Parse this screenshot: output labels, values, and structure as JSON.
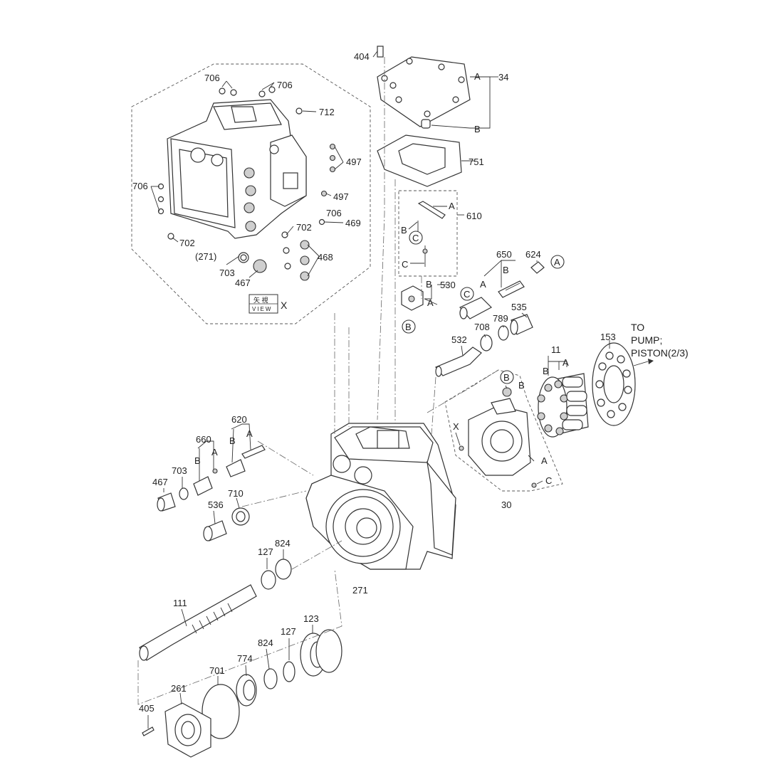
{
  "labels": {
    "p404": "404",
    "p34": "34",
    "p34_a": "A",
    "p34_b": "B",
    "p751": "751",
    "p610": "610",
    "p610_a": "A",
    "p610_b": "B",
    "p610_c": "C",
    "p610_circ": "C",
    "p706_1": "706",
    "p706_2": "706",
    "p706_3": "706",
    "p706_4": "706",
    "p712": "712",
    "p497_1": "497",
    "p497_2": "497",
    "p469": "469",
    "p702_1": "702",
    "p702_2": "702",
    "p271_paren": "(271)",
    "p703_1": "703",
    "p467_1": "467",
    "p468": "468",
    "view_kanji": "矢 視",
    "view_word": "VIEW",
    "view_x": "X",
    "p650": "650",
    "p650_a": "A",
    "p650_b": "B",
    "p624": "624",
    "circ_a": "A",
    "p530": "530",
    "p530_a": "A",
    "p530_b": "B",
    "circ_b1": "B",
    "circ_c1": "C",
    "p789": "789",
    "p535": "535",
    "p708": "708",
    "p532": "532",
    "p11": "11",
    "p11_a": "A",
    "p11_b": "B",
    "p153": "153",
    "to_pump_1": "TO",
    "to_pump_2": "PUMP;",
    "to_pump_3": "PISTON(2/3)",
    "circ_b2": "B",
    "p30_b": "B",
    "p30_x": "X",
    "p30_a": "A",
    "p30_c": "C",
    "p30": "30",
    "p620": "620",
    "p620_a": "A",
    "p620_b": "B",
    "p660": "660",
    "p660_a": "A",
    "p660_b": "B",
    "p467_2": "467",
    "p703_2": "703",
    "p710": "710",
    "p536": "536",
    "p127_1": "127",
    "p824_1": "824",
    "p271": "271",
    "p111": "111",
    "p123": "123",
    "p127_2": "127",
    "p824_2": "824",
    "p774": "774",
    "p701": "701",
    "p261": "261",
    "p405": "405"
  }
}
